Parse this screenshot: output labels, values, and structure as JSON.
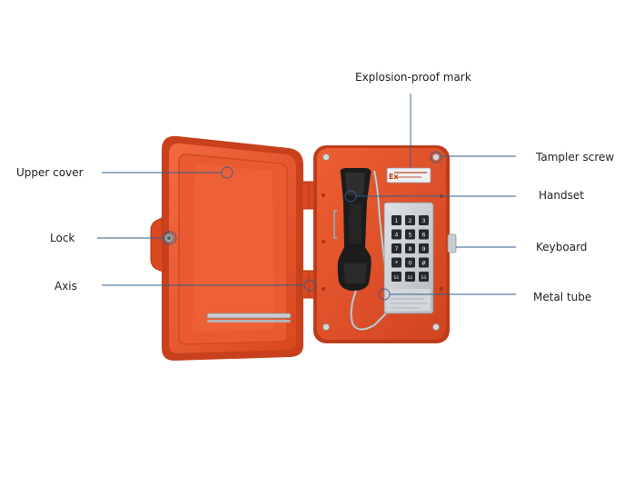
{
  "labels": {
    "explosion_proof_mark": "Explosion-proof mark",
    "tampler_screw": "Tampler screw",
    "upper_cover": "Upper cover",
    "handset": "Handset",
    "lock": "Lock",
    "keyboard": "Keyboard",
    "axis": "Axis",
    "metal_tube": "Metal tube"
  },
  "device": {
    "ex_mark_text": "Ex",
    "keypad_keys": [
      "1",
      "2",
      "3",
      "4",
      "5",
      "6",
      "7",
      "8",
      "9",
      "*",
      "0",
      "#",
      "S1",
      "S2",
      "S3"
    ]
  },
  "colors": {
    "housing": "#e8522a",
    "housing_dark": "#c23d1a",
    "housing_light": "#f26a40",
    "leader_line": "#2f5f8f",
    "handset": "#1c1c1c",
    "keypad_plate": "#c9ccd1",
    "key": "#26292d"
  }
}
